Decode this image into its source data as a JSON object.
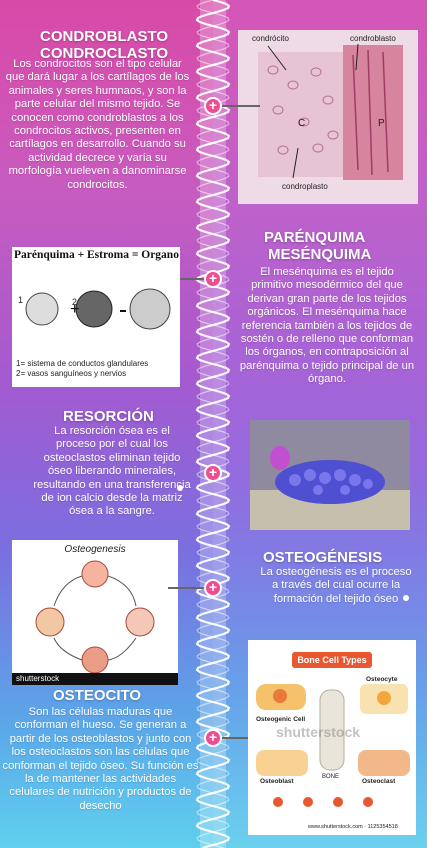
{
  "sections": {
    "condro": {
      "title_1": "CONDROBLASTO",
      "title_2": "CONDROCLASTO",
      "text": "Los condrocitos son el tipo celular que dará lugar a los cartílagos de los animales y seres humnaos, y son la parte celular del mismo tejido. Se conocen como condroblastos a los condrocitos activos, presenten en cartílagos en desarrollo. Cuando su actividad decrece y varía su morfología vueleven a danominarse condrocitos.",
      "img_labels": {
        "condrocito": "condrócito",
        "condroblasto": "condroblasto",
        "condroplasto": "condroplasto",
        "c": "C",
        "p": "P"
      }
    },
    "parenquima": {
      "title_1": "PARÉNQUIMA",
      "title_2": "MESÉNQUIMA",
      "text": "El mesénquima es el tejido primitivo mesodérmico del que derivan gran parte de los tejidos orgánicos. El mesénquima hace referencia también a los tejidos de sostén o de relleno que conforman los órganos, en contraposición al parénquima o tejido principal de un órgano.",
      "img_formula": "Parénquima + Estroma = Organo",
      "img_legend_1": "1= sistema de conductos glandulares",
      "img_legend_2": "2= vasos sanguíneos y nervios",
      "img_num_1": "1",
      "img_num_2": "2"
    },
    "resorcion": {
      "title": "RESORCIÓN",
      "text": "La resorción ósea es el proceso por el cual los osteoclastos eliminan tejido óseo liberando minerales, resultando en una transferencia de ion calcio desde la matriz ósea a la sangre."
    },
    "osteogenesis": {
      "title": "OSTEOGÉNESIS",
      "text": "La osteogénesis es el proceso a través del cual ocurre la formación del tejido óseo",
      "img_title": "Osteogenesis",
      "img_watermark": "shutterstock"
    },
    "osteocito": {
      "title": "OSTEOCITO",
      "text": "Son las células maduras que conforman el hueso. Se generan a partir de los osteoblastos y junto con los osteoclastos son las células que conforman el tejido óseo. Su función es la de mantener las actividades celulares de nutrición y productos de desecho",
      "img_title": "Bone Cell Types",
      "img_watermark": "shutterstock",
      "img_cell_1": "Osteogenic Cell",
      "img_cell_2": "Osteocyte",
      "img_cell_3": "Osteoblast",
      "img_cell_4": "Osteoclast",
      "img_bone": "BONE",
      "img_id": "www.shutterstock.com · 1125354518"
    }
  },
  "marker_symbol": "+",
  "colors": {
    "accent": "#ee4d92",
    "gradient_top": "#d94aa6",
    "gradient_bottom": "#5fd0ee"
  }
}
